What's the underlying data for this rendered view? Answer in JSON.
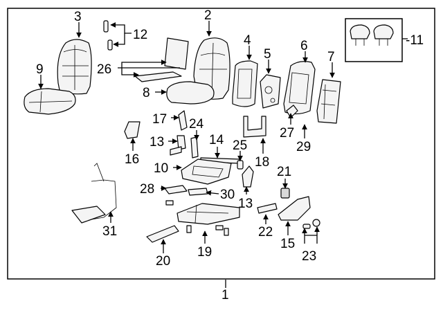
{
  "callouts": {
    "c1": "1",
    "c2": "2",
    "c3": "3",
    "c4": "4",
    "c5": "5",
    "c6": "6",
    "c7": "7",
    "c8": "8",
    "c9": "9",
    "c10": "10",
    "c11": "-11",
    "c12": "12",
    "c13a": "13",
    "c13b": "13",
    "c14": "14",
    "c15": "15",
    "c16": "16",
    "c17": "17",
    "c18": "18",
    "c19": "19",
    "c20": "20",
    "c21": "21",
    "c22": "22",
    "c23": "23",
    "c24": "24",
    "c25": "25",
    "c26": "26",
    "c27": "27",
    "c28": "28",
    "c29": "29",
    "c30": "30",
    "c31": "31"
  }
}
